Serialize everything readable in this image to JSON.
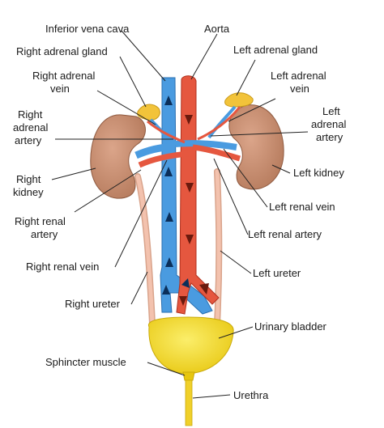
{
  "labels": {
    "inferior_vena_cava": "Inferior vena cava",
    "aorta": "Aorta",
    "right_adrenal_gland": "Right adrenal gland",
    "left_adrenal_gland": "Left adrenal gland",
    "right_adrenal_vein": [
      "Right adrenal",
      "vein"
    ],
    "left_adrenal_vein": [
      "Left adrenal",
      "vein"
    ],
    "right_adrenal_artery": [
      "Right",
      "adrenal",
      "artery"
    ],
    "left_adrenal_artery": [
      "Left",
      "adrenal",
      "artery"
    ],
    "right_kidney": [
      "Right",
      "kidney"
    ],
    "left_kidney": "Left kidney",
    "left_renal_vein": "Left renal vein",
    "right_renal_artery": [
      "Right renal",
      "artery"
    ],
    "left_renal_artery": "Left renal artery",
    "right_renal_vein": "Right renal vein",
    "left_ureter": "Left ureter",
    "right_ureter": "Right ureter",
    "urinary_bladder": "Urinary bladder",
    "sphincter_muscle": "Sphincter muscle",
    "urethra": "Urethra"
  },
  "colors": {
    "vein": "#4a9be0",
    "artery": "#e5573f",
    "kidney": "#c98f72",
    "adrenal": "#f2c33a",
    "ureter": "#f3c2ae",
    "bladder": "#f6e02a"
  }
}
